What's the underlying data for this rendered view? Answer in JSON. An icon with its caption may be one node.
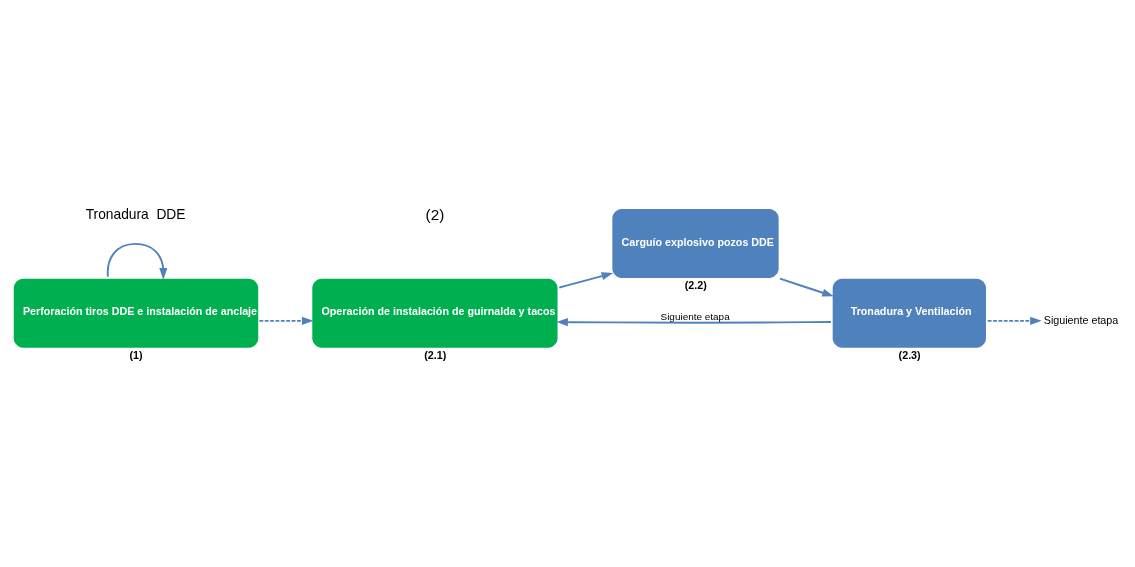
{
  "diagram": {
    "nodes": [
      {
        "text": [
          "Perforación tiros DDE e instalación de anclaje"
        ],
        "beside": [
          "(1)"
        ]
      },
      {
        "text": [
          "Operación de instalación de guirnalda y tacos"
        ],
        "beside": [
          "(2.1)"
        ]
      },
      {
        "text": [
          "Carguío explosivo pozos DDE"
        ],
        "beside": [
          "(2.2)"
        ]
      },
      {
        "text": [
          "Tronadura y Ventilación"
        ],
        "beside": [
          "(2.3)"
        ]
      },
      {
        "text": [
          "Siguiente etapa"
        ]
      }
    ],
    "edges": [
      {
        "from": 0,
        "to": 1,
        "arrow": "to",
        "style": "dashed"
      },
      {
        "from": 1,
        "to": 2,
        "arrow": "to"
      },
      {
        "from": 2,
        "to": 3,
        "arrow": "to"
      },
      {
        "from": 3,
        "to": 1,
        "arrow": "to",
        "label": "Siguiente etapa"
      },
      {
        "from": 0,
        "to": 0,
        "arrow": "to"
      },
      {
        "from": 3,
        "to": 4,
        "arrow": "to",
        "style": "dashed"
      }
    ],
    "labels": [
      "Tronadura  DDE",
      "(2)"
    ]
  }
}
